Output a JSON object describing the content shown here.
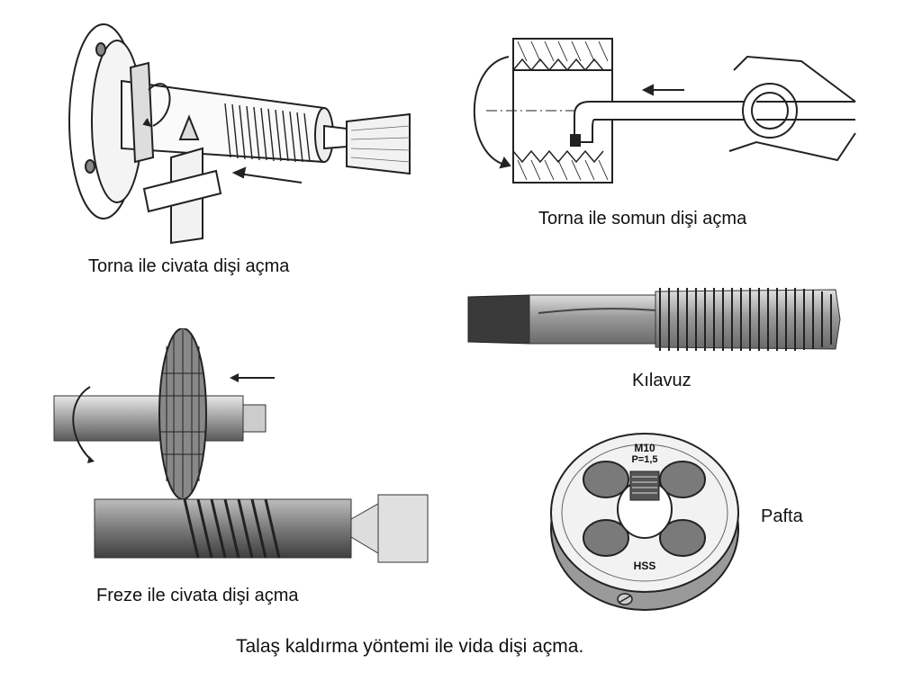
{
  "captions": {
    "lathe_bolt": "Torna ile civata dişi açma",
    "lathe_nut": "Torna ile somun dişi açma",
    "tap": "Kılavuz",
    "milling": "Freze ile civata dişi açma",
    "die": "Pafta",
    "footer": "Talaş kaldırma yöntemi ile vida dişi açma."
  },
  "die_markings": {
    "size": "M10",
    "pitch": "P=1,5",
    "material": "HSS"
  },
  "colors": {
    "ink": "#222222",
    "metal": "#8a8a8a",
    "metal_dark": "#555555",
    "metal_light": "#cfcfcf"
  }
}
